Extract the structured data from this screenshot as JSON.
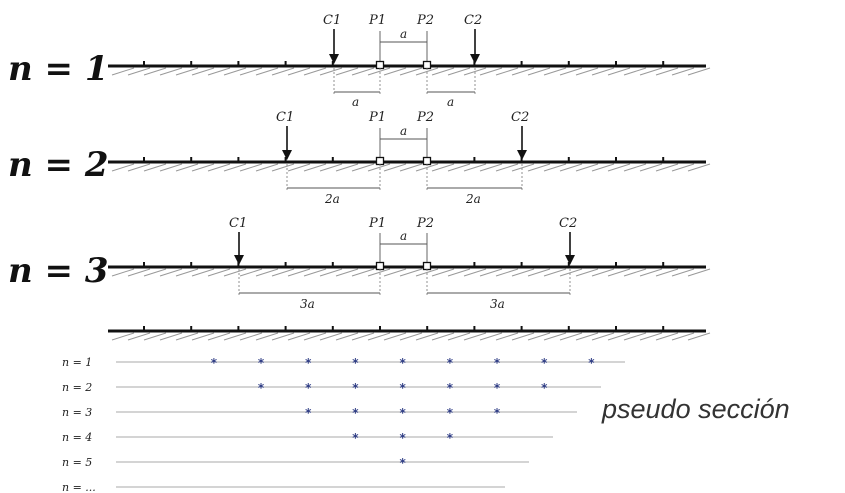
{
  "configurations": [
    {
      "row_label": "n = 1",
      "n": 1,
      "electrode_labels": {
        "c1": "C1",
        "p1": "P1",
        "p2": "P2",
        "c2": "C2"
      },
      "spacing_top_label": "a",
      "spacing_bottom_labels": [
        "a",
        "a"
      ]
    },
    {
      "row_label": "n = 2",
      "n": 2,
      "electrode_labels": {
        "c1": "C1",
        "p1": "P1",
        "p2": "P2",
        "c2": "C2"
      },
      "spacing_top_label": "a",
      "spacing_bottom_labels": [
        "2a",
        "2a"
      ]
    },
    {
      "row_label": "n = 3",
      "n": 3,
      "electrode_labels": {
        "c1": "C1",
        "p1": "P1",
        "p2": "P2",
        "c2": "C2"
      },
      "spacing_top_label": "a",
      "spacing_bottom_labels": [
        "3a",
        "3a"
      ]
    }
  ],
  "pseudosection": {
    "title": "pseudo sección",
    "levels": [
      {
        "label": "n = 1",
        "point_count": 9
      },
      {
        "label": "n = 2",
        "point_count": 7
      },
      {
        "label": "n = 3",
        "point_count": 5
      },
      {
        "label": "n = 4",
        "point_count": 3
      },
      {
        "label": "n = 5",
        "point_count": 1
      },
      {
        "label": "n = ...",
        "point_count": 0
      }
    ],
    "point_symbol": "*"
  },
  "colors": {
    "ground": "#111111",
    "points": "#2f3d85",
    "guide": "#aaaaaa"
  }
}
